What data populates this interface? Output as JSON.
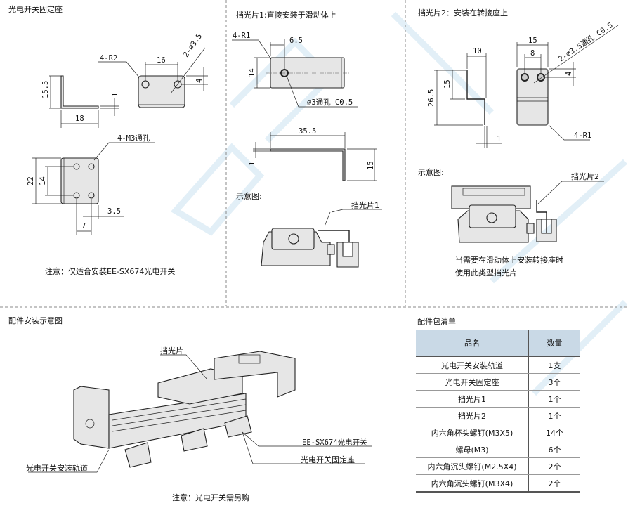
{
  "section1": {
    "title": "光电开关固定座",
    "dims": {
      "d15_5": "15.5",
      "d18": "18",
      "d1": "1",
      "r2": "4-R2",
      "d16": "16",
      "hole": "2-⌀3.5",
      "d4": "4",
      "m3": "4-M3通孔",
      "d22": "22",
      "d14": "14",
      "d3_5": "3.5",
      "d7": "7"
    },
    "note": "注意：仅适合安装EE-SX674光电开关"
  },
  "section2": {
    "title": "挡光片1:直接安装于滑动体上",
    "dims": {
      "r1": "4-R1",
      "d6_5": "6.5",
      "d14": "14",
      "hole": "⌀3通孔 C0.5",
      "d35_5": "35.5",
      "d1": "1",
      "d15": "15"
    },
    "schematic_label": "示意图:",
    "part_label": "挡光片1"
  },
  "section3": {
    "title": "挡光片2：安装在转接座上",
    "dims": {
      "d10": "10",
      "d15a": "15",
      "d8": "8",
      "hole": "2-⌀3.5通孔 C0.5",
      "d4": "4",
      "d26_5": "26.5",
      "d15b": "15",
      "d1": "1",
      "r1": "4-R1"
    },
    "schematic_label": "示意图:",
    "part_label": "挡光片2",
    "caption": [
      "当需要在滑动体上安装转接座时",
      "使用此类型挡光片"
    ]
  },
  "assembly": {
    "title": "配件安装示意图",
    "labels": {
      "shutter": "挡光片",
      "sensor": "EE-SX674光电开关",
      "mount": "光电开关固定座",
      "rail": "光电开关安装轨道"
    },
    "note": "注意：光电开关需另购"
  },
  "parts_list": {
    "title": "配件包清单",
    "headers": [
      "品名",
      "数量"
    ],
    "rows": [
      [
        "光电开关安装轨道",
        "1支"
      ],
      [
        "光电开关固定座",
        "3个"
      ],
      [
        "挡光片1",
        "1个"
      ],
      [
        "挡光片2",
        "1个"
      ],
      [
        "内六角杯头螺钉(M3X5)",
        "14个"
      ],
      [
        "螺母(M3)",
        "6个"
      ],
      [
        "内六角沉头螺钉(M2.5X4)",
        "2个"
      ],
      [
        "内六角沉头螺钉(M3X4)",
        "2个"
      ]
    ]
  },
  "colors": {
    "table_header": "#c9d9e6",
    "part_fill": "#e6e6e6",
    "watermark": "#d6e8f4"
  }
}
